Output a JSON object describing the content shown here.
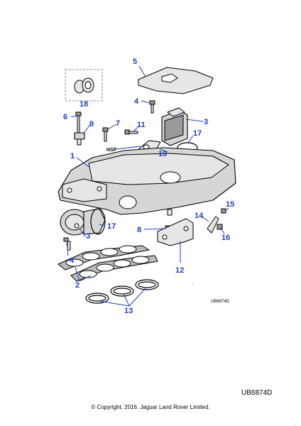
{
  "diagram": {
    "callouts": {
      "c1": "1",
      "c2": "2",
      "c3a": "3",
      "c3b": "3",
      "c4a": "4",
      "c4b": "4",
      "c5": "5",
      "c6": "6",
      "c7": "7",
      "c8": "8",
      "c9": "9",
      "c10": "10",
      "c11": "11",
      "c12": "12",
      "c13": "13",
      "c14": "14",
      "c15": "15",
      "c16": "16",
      "c17a": "17",
      "c17b": "17",
      "c18": "18"
    },
    "nsp_label": "NSP",
    "inner_ref": "UB6874D",
    "page_ref": "UB6874D",
    "copyright": "© Copyright, 2016. Jaguar Land Rover Limited."
  }
}
